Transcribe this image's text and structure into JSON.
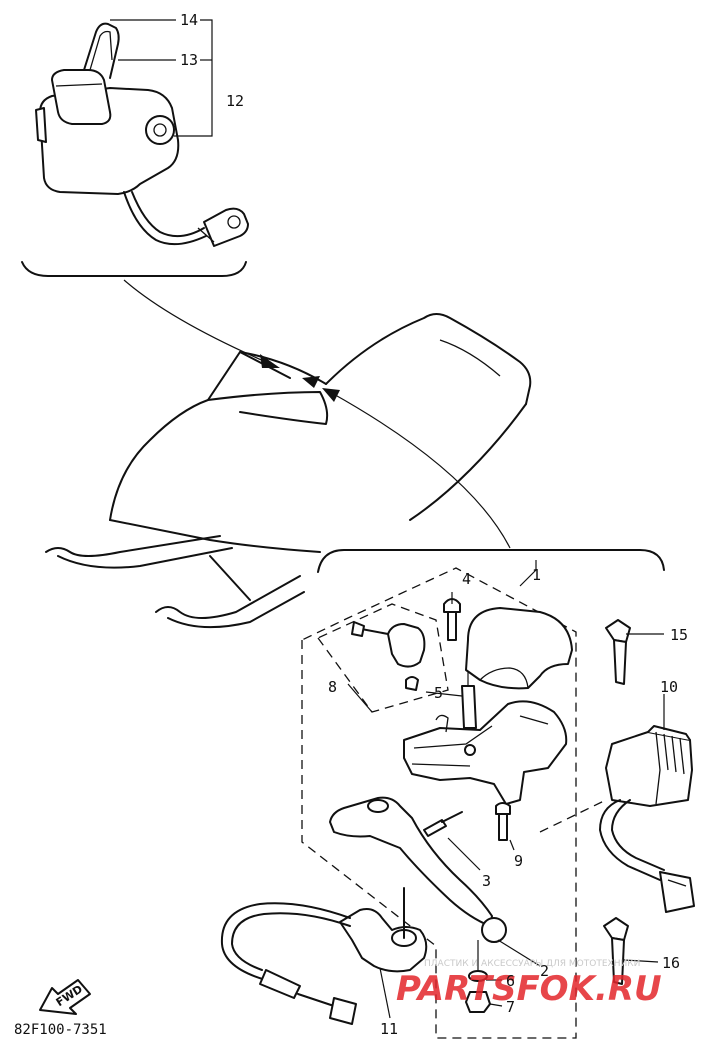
{
  "callouts": {
    "c1": "1",
    "c2": "2",
    "c3": "3",
    "c4": "4",
    "c5": "5",
    "c6": "6",
    "c7": "7",
    "c8": "8",
    "c9": "9",
    "c10": "10",
    "c11": "11",
    "c12": "12",
    "c13": "13",
    "c14": "14",
    "c15": "15",
    "c16": "16"
  },
  "drawing_code": "82F100-7351",
  "fwd_label": "FWD",
  "watermark": {
    "caption": "ПЛАСТИК И АКСЕССУАРЫ ДЛЯ МОТОТЕХНИКИ",
    "logo": "PARTSFOK.RU",
    "logo_color": "#e3262b"
  },
  "colors": {
    "ink": "#111111",
    "paper": "#ffffff"
  }
}
